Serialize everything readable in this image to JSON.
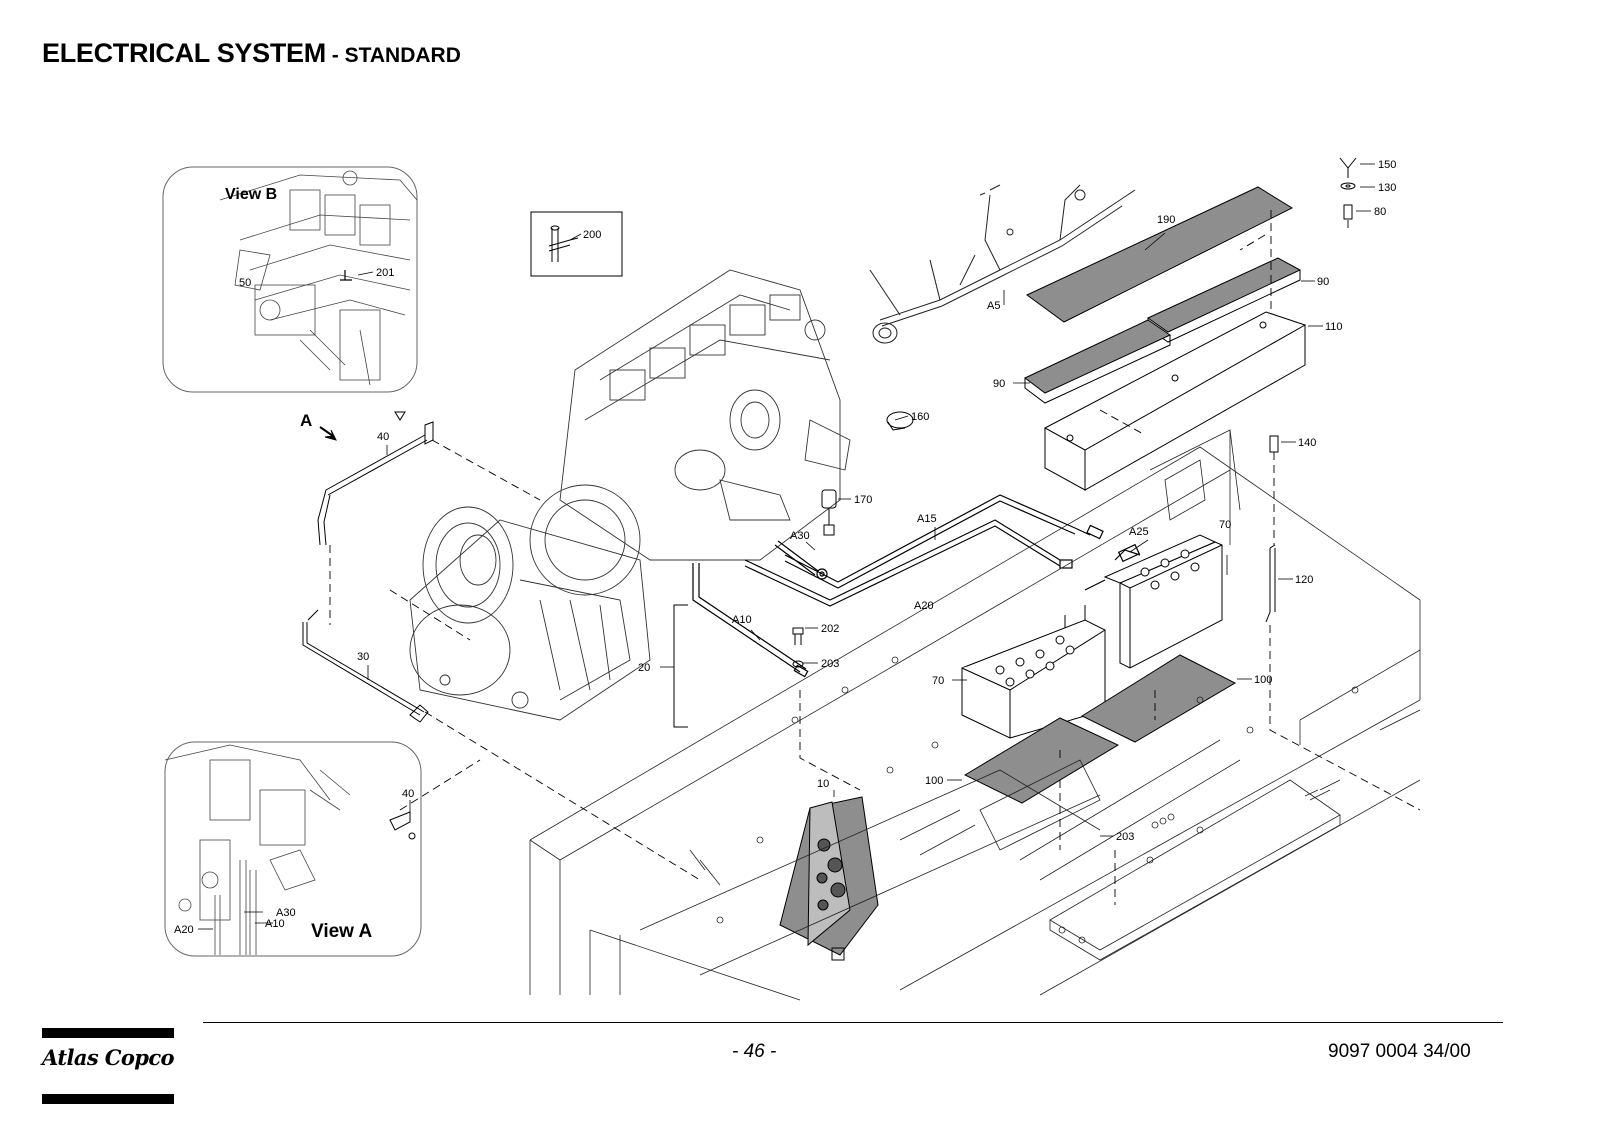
{
  "header": {
    "title_main": "ELECTRICAL SYSTEM",
    "title_sub": " - STANDARD"
  },
  "views": {
    "view_a": "View A",
    "view_b": "View B",
    "arrow_a": "A"
  },
  "callouts": {
    "c150": "150",
    "c130": "130",
    "c80": "80",
    "c190": "190",
    "c90a": "90",
    "c90b": "90",
    "c110": "110",
    "c140": "140",
    "c120": "120",
    "c100a": "100",
    "c100b": "100",
    "c70a": "70",
    "c70b": "70",
    "c200": "200",
    "c201": "201",
    "c50": "50",
    "c40a": "40",
    "c40b": "40",
    "c30": "30",
    "c20": "20",
    "c10": "10",
    "c160": "160",
    "c170": "170",
    "c202": "202",
    "c203a": "203",
    "c203b": "203",
    "a5": "A5",
    "a15": "A15",
    "a20a": "A20",
    "a20b": "A20",
    "a25": "A25",
    "a30a": "A30",
    "a30b": "A30",
    "a10a": "A10",
    "a10b": "A10"
  },
  "footer": {
    "page": "- 46 -",
    "doc": "9097 0004 34/00",
    "logo": "Atlas Copco"
  }
}
